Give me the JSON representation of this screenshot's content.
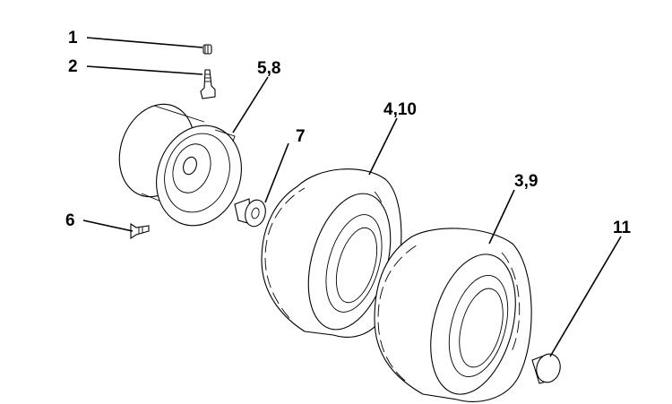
{
  "callouts": {
    "c1": "1",
    "c2": "2",
    "c58": "5,8",
    "c7": "7",
    "c410": "4,10",
    "c6": "6",
    "c39": "3,9",
    "c11": "11"
  }
}
